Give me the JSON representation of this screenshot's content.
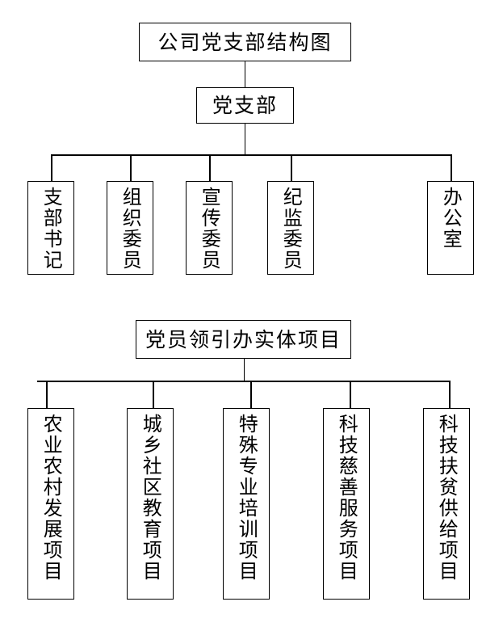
{
  "chart_data": {
    "type": "diagram",
    "title": "公司党支部结构图",
    "subtitle": "",
    "orientation": "top-down organizational chart",
    "sections": 2
  },
  "diagram": {
    "title_box": {
      "label": "公司党支部结构图",
      "orientation": "horizontal"
    },
    "root_box": {
      "label": "党支部",
      "orientation": "horizontal"
    },
    "branch_nodes": [
      {
        "label": "支部书记",
        "orientation": "vertical"
      },
      {
        "label": "组织委员",
        "orientation": "vertical"
      },
      {
        "label": "宣传委员",
        "orientation": "vertical"
      },
      {
        "label": "纪监委员",
        "orientation": "vertical"
      },
      {
        "label": "办公室",
        "orientation": "vertical"
      }
    ],
    "projects_header": {
      "label": "党员领引办实体项目",
      "orientation": "horizontal"
    },
    "project_nodes": [
      {
        "label": "农业农村发展项目",
        "orientation": "vertical"
      },
      {
        "label": "城乡社区教育项目",
        "orientation": "vertical"
      },
      {
        "label": "特殊专业培训项目",
        "orientation": "vertical"
      },
      {
        "label": "科技慈善服务项目",
        "orientation": "vertical"
      },
      {
        "label": "科技扶贫供给项目",
        "orientation": "vertical"
      }
    ],
    "colors": {
      "background": "#ffffff",
      "stroke": "#000000",
      "text": "#000000"
    }
  }
}
